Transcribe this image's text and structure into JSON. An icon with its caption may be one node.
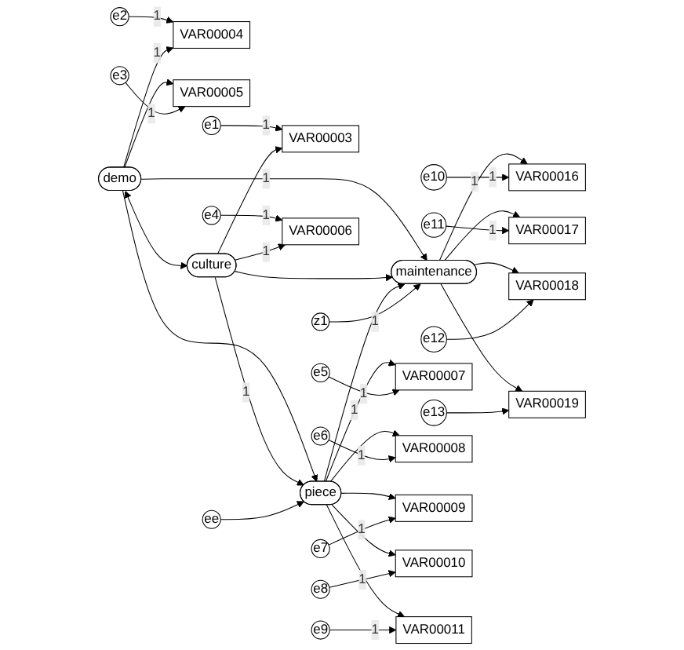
{
  "diagram": {
    "nodes": [
      {
        "text": [
          "e2"
        ]
      },
      {
        "text": [
          "VAR00004"
        ]
      },
      {
        "text": [
          "demo"
        ]
      },
      {
        "text": [
          "e3"
        ]
      },
      {
        "text": [
          "VAR00005"
        ]
      },
      {
        "text": [
          "e10"
        ]
      },
      {
        "text": [
          "e1"
        ]
      },
      {
        "text": [
          "VAR00003"
        ]
      },
      {
        "text": [
          "culture"
        ]
      },
      {
        "text": [
          "z1"
        ]
      },
      {
        "text": [
          "VAR00016"
        ]
      },
      {
        "text": [
          "e11"
        ]
      },
      {
        "text": [
          "maintenance"
        ]
      },
      {
        "text": [
          "VAR00017"
        ]
      },
      {
        "text": [
          "e4"
        ]
      },
      {
        "text": [
          "VAR00006"
        ]
      },
      {
        "text": [
          "e12"
        ]
      },
      {
        "text": [
          "VAR00018"
        ]
      },
      {
        "text": [
          "ee"
        ]
      },
      {
        "text": [
          "e5"
        ]
      },
      {
        "text": [
          "VAR00007"
        ]
      },
      {
        "text": [
          "e13"
        ]
      },
      {
        "text": [
          "VAR00019"
        ]
      },
      {
        "text": [
          "e6"
        ]
      },
      {
        "text": [
          "VAR00008"
        ]
      },
      {
        "text": [
          "piece"
        ]
      },
      {
        "text": [
          "e7"
        ]
      },
      {
        "text": [
          "VAR00009"
        ]
      },
      {
        "text": [
          "e8"
        ]
      },
      {
        "text": [
          "VAR00010"
        ]
      },
      {
        "text": [
          "e9"
        ]
      },
      {
        "text": [
          "VAR00011"
        ]
      }
    ],
    "edges": [
      {
        "from": 0,
        "to": 1,
        "arrow": "to",
        "label": "1"
      },
      {
        "from": 2,
        "to": 1,
        "arrow": "to",
        "label": "1"
      },
      {
        "from": 2,
        "to": 4,
        "arrow": "to"
      },
      {
        "from": 3,
        "to": 4,
        "arrow": "to",
        "label": "1"
      },
      {
        "from": 6,
        "to": 7,
        "arrow": "to",
        "label": "1"
      },
      {
        "from": 8,
        "to": 7,
        "arrow": "to"
      },
      {
        "from": 14,
        "to": 15,
        "arrow": "to",
        "label": "1"
      },
      {
        "from": 8,
        "to": 15,
        "arrow": "to",
        "label": "1"
      },
      {
        "from": 2,
        "to": 8,
        "arrow": "both"
      },
      {
        "from": 2,
        "to": 12,
        "arrow": "to",
        "label": "1"
      },
      {
        "from": 8,
        "to": 12,
        "arrow": "to"
      },
      {
        "from": 2,
        "to": 25,
        "arrow": "to"
      },
      {
        "from": 8,
        "to": 25,
        "arrow": "to",
        "label": "1"
      },
      {
        "from": 25,
        "to": 12,
        "arrow": "to"
      },
      {
        "from": 18,
        "to": 25,
        "arrow": "to"
      },
      {
        "from": 9,
        "to": 12,
        "arrow": "to",
        "label": "1"
      },
      {
        "from": 12,
        "to": 10,
        "arrow": "to",
        "label": "1"
      },
      {
        "from": 12,
        "to": 13,
        "arrow": "to"
      },
      {
        "from": 12,
        "to": 17,
        "arrow": "to"
      },
      {
        "from": 12,
        "to": 22,
        "arrow": "to"
      },
      {
        "from": 5,
        "to": 10,
        "arrow": "to",
        "label": "1"
      },
      {
        "from": 11,
        "to": 13,
        "arrow": "to",
        "label": "1"
      },
      {
        "from": 16,
        "to": 17,
        "arrow": "to"
      },
      {
        "from": 21,
        "to": 22,
        "arrow": "to"
      },
      {
        "from": 25,
        "to": 20,
        "arrow": "to",
        "label": "1"
      },
      {
        "from": 25,
        "to": 24,
        "arrow": "to"
      },
      {
        "from": 25,
        "to": 27,
        "arrow": "to"
      },
      {
        "from": 25,
        "to": 29,
        "arrow": "to"
      },
      {
        "from": 25,
        "to": 31,
        "arrow": "to"
      },
      {
        "from": 19,
        "to": 20,
        "arrow": "to",
        "label": "1"
      },
      {
        "from": 23,
        "to": 24,
        "arrow": "to",
        "label": "1"
      },
      {
        "from": 26,
        "to": 27,
        "arrow": "to",
        "label": "1"
      },
      {
        "from": 28,
        "to": 29,
        "arrow": "to",
        "label": "1"
      },
      {
        "from": 30,
        "to": 31,
        "arrow": "to",
        "label": "1"
      }
    ]
  }
}
